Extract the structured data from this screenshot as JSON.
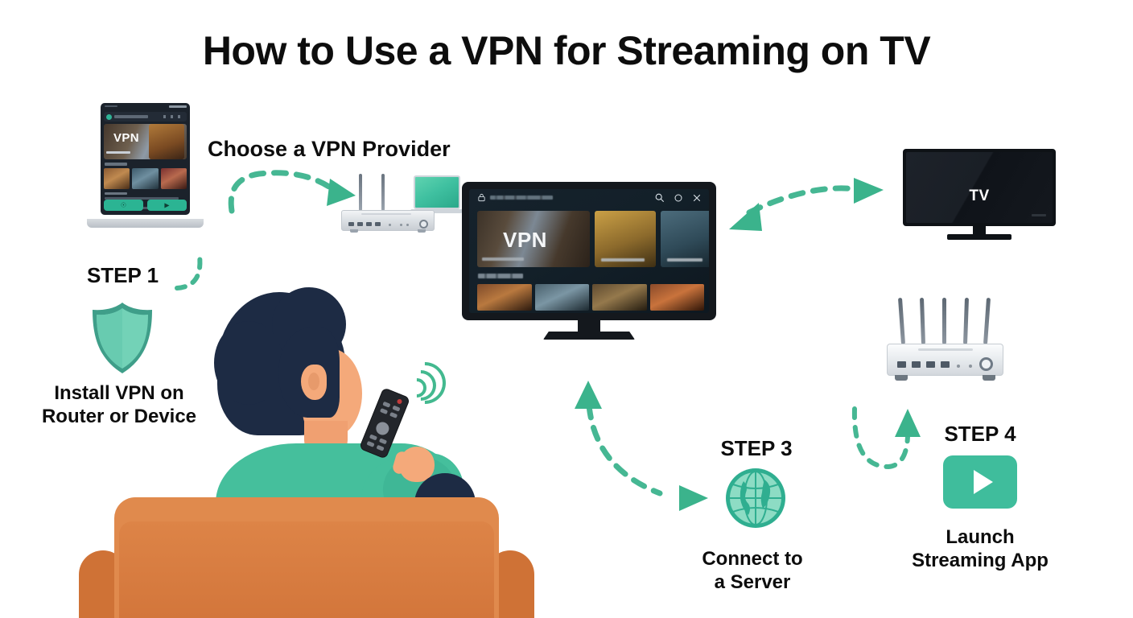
{
  "page": {
    "title": "How to Use a VPN for Streaming on TV",
    "accent_color": "#3fbd9c",
    "arrow_color": "#46b793",
    "text_color": "#0d0d0d",
    "background_color": "#ffffff"
  },
  "headings": {
    "choose_provider": "Choose a VPN Provider"
  },
  "steps": [
    {
      "id": "step-1",
      "label": "STEP 1",
      "caption_line1": "Install VPN on",
      "caption_line2": "Router or Device",
      "icon": "shield-icon"
    },
    {
      "id": "step-3",
      "label": "STEP 3",
      "caption_line1": "Connect to",
      "caption_line2": "a Server",
      "icon": "globe-icon"
    },
    {
      "id": "step-4",
      "label": "STEP 4",
      "caption_line1": "Launch",
      "caption_line2": "Streaming App",
      "icon": "play-button-icon"
    }
  ],
  "devices": {
    "right_tv": {
      "screen_text": "TV"
    },
    "center_tv": {
      "hero_title": "VPN",
      "header_icons": [
        "lock-icon",
        "search-icon",
        "circle-icon",
        "close-icon"
      ]
    },
    "laptop_tv_app": {
      "hero_title": "VPN"
    }
  }
}
